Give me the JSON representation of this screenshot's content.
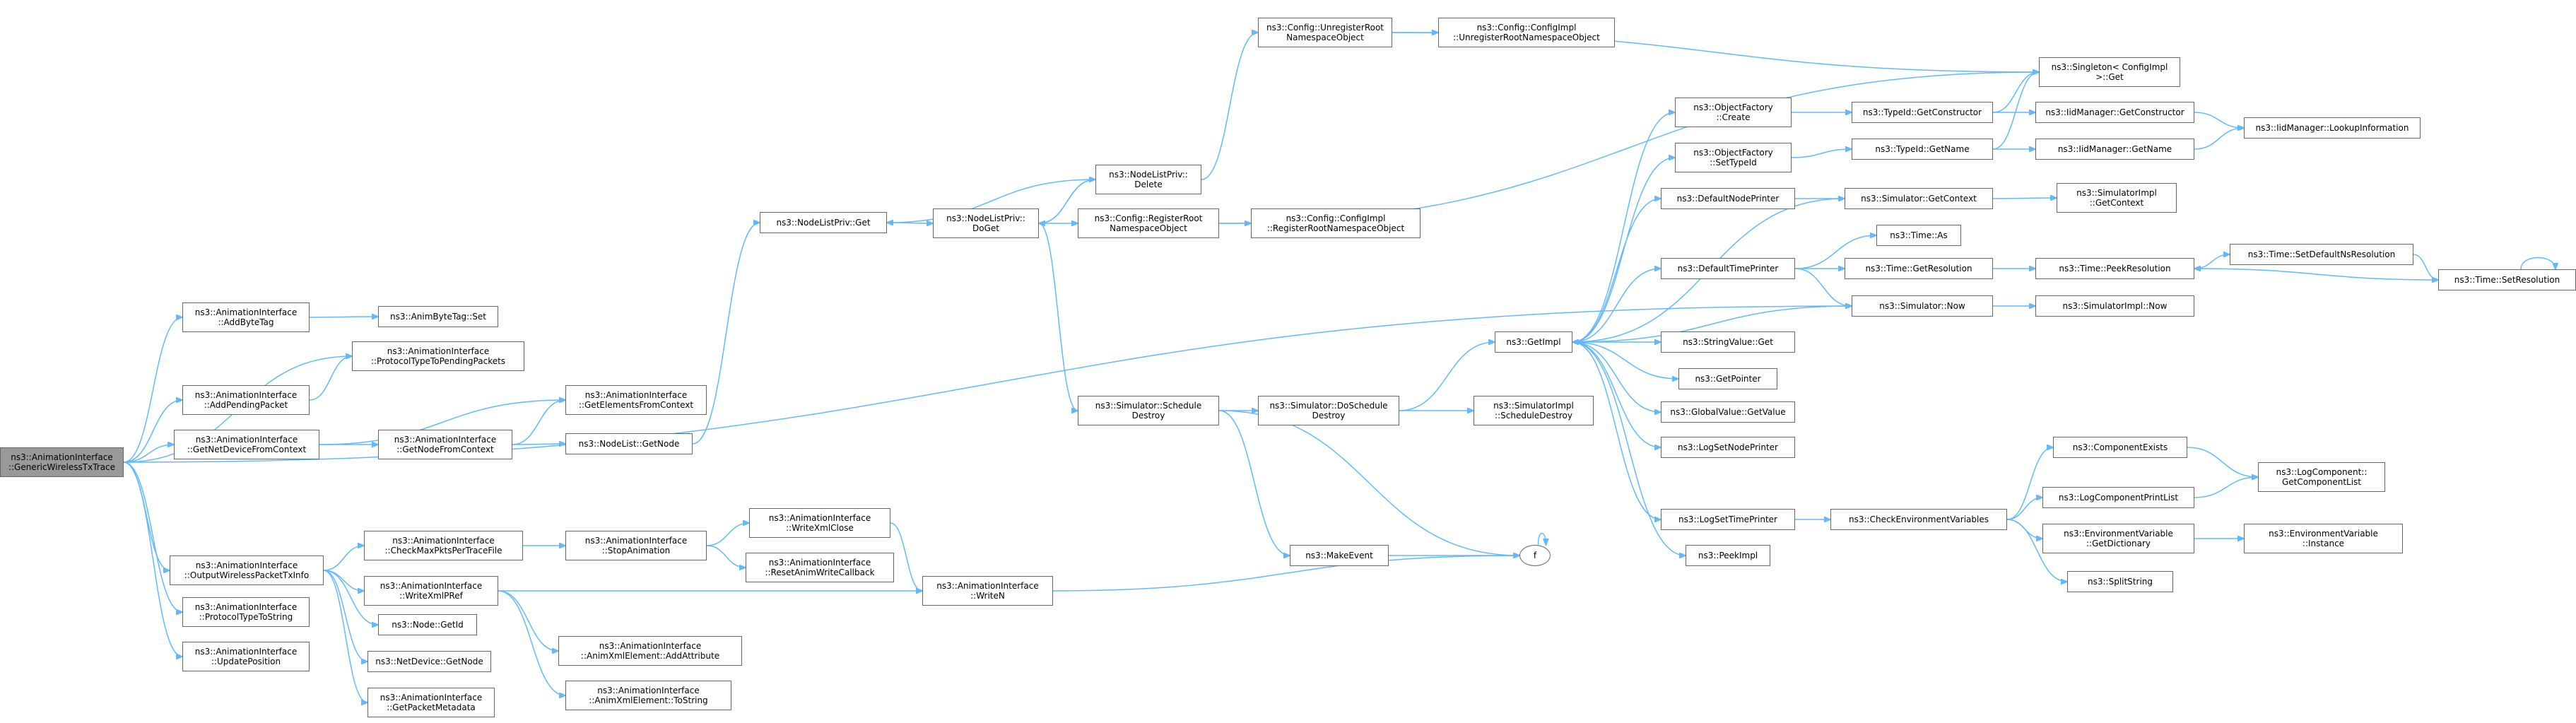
{
  "colors": {
    "edge": "#63b8ff",
    "node_border": "#666666",
    "root_fill": "#999999"
  },
  "nodes": [
    {
      "id": "root",
      "lines": [
        "ns3::AnimationInterface",
        "::GenericWirelessTxTrace"
      ]
    },
    {
      "id": "addbytetag",
      "lines": [
        "ns3::AnimationInterface",
        "::AddByteTag"
      ]
    },
    {
      "id": "animbytetagset",
      "lines": [
        "ns3::AnimByteTag::Set"
      ]
    },
    {
      "id": "protocoltypetopending",
      "lines": [
        "ns3::AnimationInterface",
        "::ProtocolTypeToPendingPackets"
      ]
    },
    {
      "id": "addpendingpacket",
      "lines": [
        "ns3::AnimationInterface",
        "::AddPendingPacket"
      ]
    },
    {
      "id": "getnetdevicefromcontext",
      "lines": [
        "ns3::AnimationInterface",
        "::GetNetDeviceFromContext"
      ]
    },
    {
      "id": "getelementsfromcontext",
      "lines": [
        "ns3::AnimationInterface",
        "::GetElementsFromContext"
      ]
    },
    {
      "id": "getnodefromcontext",
      "lines": [
        "ns3::AnimationInterface",
        "::GetNodeFromContext"
      ]
    },
    {
      "id": "nodelistgetnode",
      "lines": [
        "ns3::NodeList::GetNode"
      ]
    },
    {
      "id": "nodelistprivget",
      "lines": [
        "ns3::NodeListPriv::Get"
      ]
    },
    {
      "id": "nodelistprivdoget",
      "lines": [
        "ns3::NodeListPriv::",
        "DoGet"
      ]
    },
    {
      "id": "nodelistprivdelete",
      "lines": [
        "ns3::NodeListPriv::",
        "Delete"
      ]
    },
    {
      "id": "configunregisterroot",
      "lines": [
        "ns3::Config::UnregisterRoot",
        "NamespaceObject"
      ]
    },
    {
      "id": "configimplunregister",
      "lines": [
        "ns3::Config::ConfigImpl",
        "::UnregisterRootNamespaceObject"
      ]
    },
    {
      "id": "configregisterroot",
      "lines": [
        "ns3::Config::RegisterRoot",
        "NamespaceObject"
      ]
    },
    {
      "id": "configimplregister",
      "lines": [
        "ns3::Config::ConfigImpl",
        "::RegisterRootNamespaceObject"
      ]
    },
    {
      "id": "singletonget",
      "lines": [
        "ns3::Singleton< ConfigImpl",
        " >::Get"
      ]
    },
    {
      "id": "simulatorscheduledestroy",
      "lines": [
        "ns3::Simulator::Schedule",
        "Destroy"
      ]
    },
    {
      "id": "simulatordoscheduledestroy",
      "lines": [
        "ns3::Simulator::DoSchedule",
        "Destroy"
      ]
    },
    {
      "id": "simulatorimplscheduledestroy",
      "lines": [
        "ns3::SimulatorImpl",
        "::ScheduleDestroy"
      ]
    },
    {
      "id": "makeevent",
      "lines": [
        "ns3::MakeEvent"
      ]
    },
    {
      "id": "f",
      "lines": [
        "f"
      ]
    },
    {
      "id": "getimpl",
      "lines": [
        "ns3::GetImpl"
      ]
    },
    {
      "id": "objectfactorycreate",
      "lines": [
        "ns3::ObjectFactory",
        "::Create"
      ]
    },
    {
      "id": "objectfactorysettypeid",
      "lines": [
        "ns3::ObjectFactory",
        "::SetTypeId"
      ]
    },
    {
      "id": "typeidgetconstructor",
      "lines": [
        "ns3::TypeId::GetConstructor"
      ]
    },
    {
      "id": "typeidgetname",
      "lines": [
        "ns3::TypeId::GetName"
      ]
    },
    {
      "id": "iidmanagergetconstructor",
      "lines": [
        "ns3::IidManager::GetConstructor"
      ]
    },
    {
      "id": "iidmanagergetname",
      "lines": [
        "ns3::IidManager::GetName"
      ]
    },
    {
      "id": "iidmanagerlookup",
      "lines": [
        "ns3::IidManager::LookupInformation"
      ]
    },
    {
      "id": "defaultnodeprinter",
      "lines": [
        "ns3::DefaultNodePrinter"
      ]
    },
    {
      "id": "simulatorgetcontext",
      "lines": [
        "ns3::Simulator::GetContext"
      ]
    },
    {
      "id": "simulatorimplgetcontext",
      "lines": [
        "ns3::SimulatorImpl",
        "::GetContext"
      ]
    },
    {
      "id": "defaulttimeprinter",
      "lines": [
        "ns3::DefaultTimePrinter"
      ]
    },
    {
      "id": "timeas",
      "lines": [
        "ns3::Time::As"
      ]
    },
    {
      "id": "timegetresolution",
      "lines": [
        "ns3::Time::GetResolution"
      ]
    },
    {
      "id": "timepeekresolution",
      "lines": [
        "ns3::Time::PeekResolution"
      ]
    },
    {
      "id": "timesetdefaultns",
      "lines": [
        "ns3::Time::SetDefaultNsResolution"
      ]
    },
    {
      "id": "timesetresolution",
      "lines": [
        "ns3::Time::SetResolution"
      ]
    },
    {
      "id": "simulatornow",
      "lines": [
        "ns3::Simulator::Now"
      ]
    },
    {
      "id": "simulatorimplnow",
      "lines": [
        "ns3::SimulatorImpl::Now"
      ]
    },
    {
      "id": "stringvalueget",
      "lines": [
        "ns3::StringValue::Get"
      ]
    },
    {
      "id": "getpointer",
      "lines": [
        "ns3::GetPointer"
      ]
    },
    {
      "id": "globalvaluegetvalue",
      "lines": [
        "ns3::GlobalValue::GetValue"
      ]
    },
    {
      "id": "logsetnodeprinter",
      "lines": [
        "ns3::LogSetNodePrinter"
      ]
    },
    {
      "id": "logsettimeprinter",
      "lines": [
        "ns3::LogSetTimePrinter"
      ]
    },
    {
      "id": "peekimpl",
      "lines": [
        "ns3::PeekImpl"
      ]
    },
    {
      "id": "checkenvvars",
      "lines": [
        "ns3::CheckEnvironmentVariables"
      ]
    },
    {
      "id": "componentexists",
      "lines": [
        "ns3::ComponentExists"
      ]
    },
    {
      "id": "logcomponentprintlist",
      "lines": [
        "ns3::LogComponentPrintList"
      ]
    },
    {
      "id": "logcomponentgetlist",
      "lines": [
        "ns3::LogComponent::",
        "GetComponentList"
      ]
    },
    {
      "id": "envvargetdictionary",
      "lines": [
        "ns3::EnvironmentVariable",
        "::GetDictionary"
      ]
    },
    {
      "id": "envvarinstance",
      "lines": [
        "ns3::EnvironmentVariable",
        "::Instance"
      ]
    },
    {
      "id": "splitstring",
      "lines": [
        "ns3::SplitString"
      ]
    },
    {
      "id": "outputwirelesspacket",
      "lines": [
        "ns3::AnimationInterface",
        "::OutputWirelessPacketTxInfo"
      ]
    },
    {
      "id": "checkmaxpkts",
      "lines": [
        "ns3::AnimationInterface",
        "::CheckMaxPktsPerTraceFile"
      ]
    },
    {
      "id": "stopanimation",
      "lines": [
        "ns3::AnimationInterface",
        "::StopAnimation"
      ]
    },
    {
      "id": "writexmlclose",
      "lines": [
        "ns3::AnimationInterface",
        "::WriteXmlClose"
      ]
    },
    {
      "id": "resetanimwritecallback",
      "lines": [
        "ns3::AnimationInterface",
        "::ResetAnimWriteCallback"
      ]
    },
    {
      "id": "writexmlpref",
      "lines": [
        "ns3::AnimationInterface",
        "::WriteXmlPRef"
      ]
    },
    {
      "id": "writen",
      "lines": [
        "ns3::AnimationInterface",
        "::WriteN"
      ]
    },
    {
      "id": "addattribute",
      "lines": [
        "ns3::AnimationInterface",
        "::AnimXmlElement::AddAttribute"
      ]
    },
    {
      "id": "tostring",
      "lines": [
        "ns3::AnimationInterface",
        "::AnimXmlElement::ToString"
      ]
    },
    {
      "id": "nodegetid",
      "lines": [
        "ns3::Node::GetId"
      ]
    },
    {
      "id": "netdevicegetnode",
      "lines": [
        "ns3::NetDevice::GetNode"
      ]
    },
    {
      "id": "getpacketmetadata",
      "lines": [
        "ns3::AnimationInterface",
        "::GetPacketMetadata"
      ]
    },
    {
      "id": "protocoltypetostring",
      "lines": [
        "ns3::AnimationInterface",
        "::ProtocolTypeToString"
      ]
    },
    {
      "id": "updateposition",
      "lines": [
        "ns3::AnimationInterface",
        "::UpdatePosition"
      ]
    }
  ]
}
